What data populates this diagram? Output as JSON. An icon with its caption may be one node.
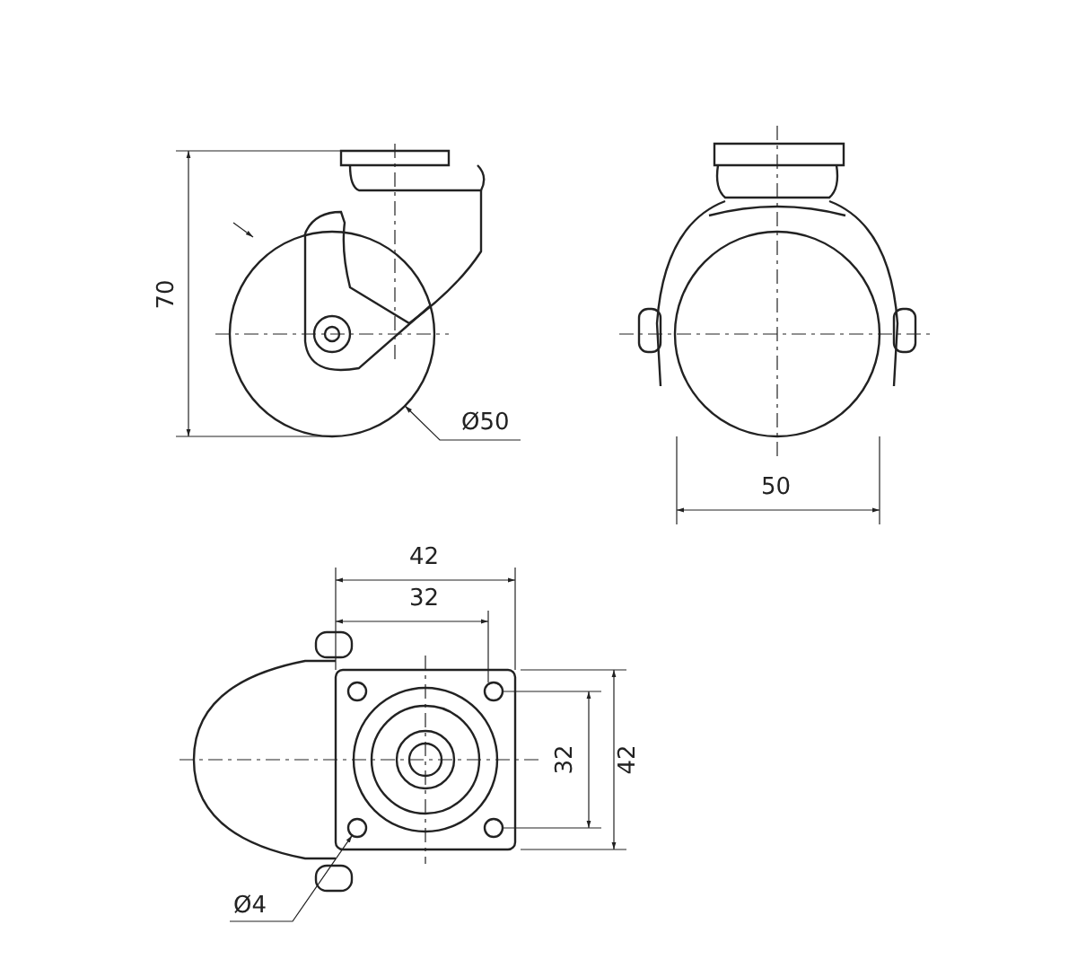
{
  "diagram": {
    "nodes": [
      {
        "text": [],
        "shape": "circle"
      },
      {
        "text": [
          "Ø50"
        ]
      },
      {
        "text": [],
        "shape": "circle"
      },
      {
        "text": [
          "Ø4"
        ]
      }
    ],
    "edges": [
      {
        "from": 1,
        "to": 0,
        "arrow": "to"
      },
      {
        "from": 3,
        "to": 2,
        "arrow": "to"
      }
    ],
    "labels": [
      "70",
      "50",
      "42",
      "32",
      "32",
      "42"
    ]
  }
}
